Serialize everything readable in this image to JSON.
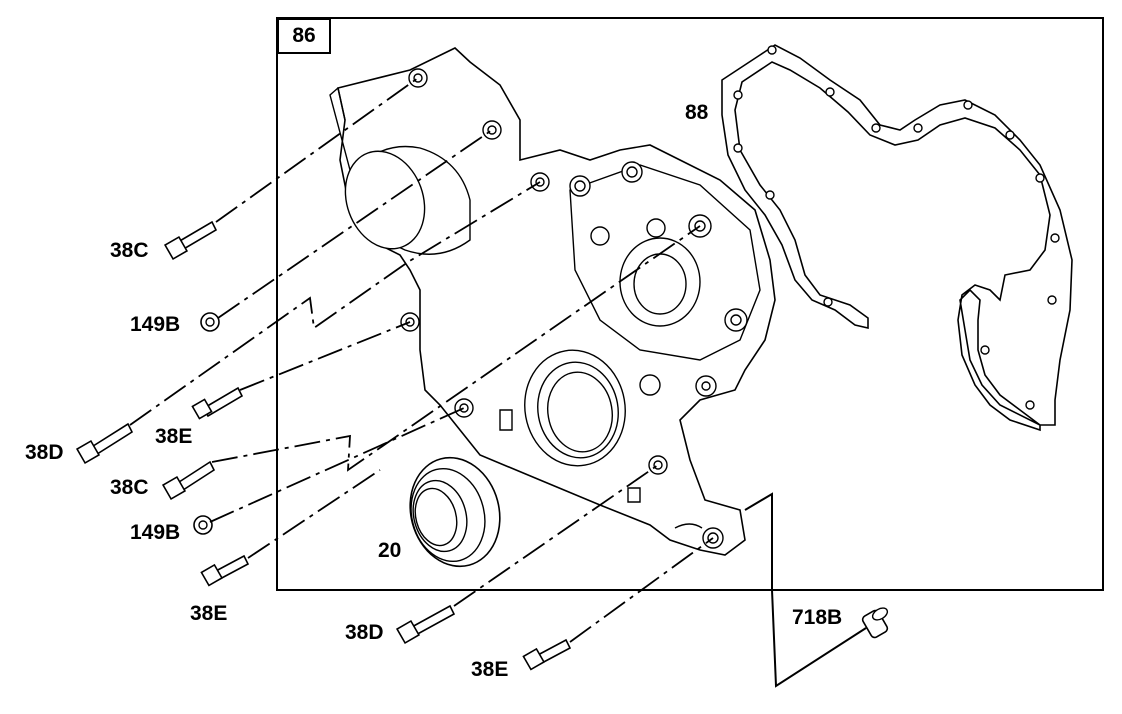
{
  "diagram": {
    "frame_label": "86",
    "callouts": {
      "gasket": "88",
      "seal": "20",
      "bolt_38c_top": "38C",
      "nut_149b_top": "149B",
      "bolt_38d_left": "38D",
      "bolt_38e_left": "38E",
      "bolt_38c_mid": "38C",
      "nut_149b_low": "149B",
      "bolt_38e_bottom_left": "38E",
      "bolt_38d_bottom": "38D",
      "bolt_38e_bottom": "38E",
      "dowel_718b": "718B"
    }
  }
}
